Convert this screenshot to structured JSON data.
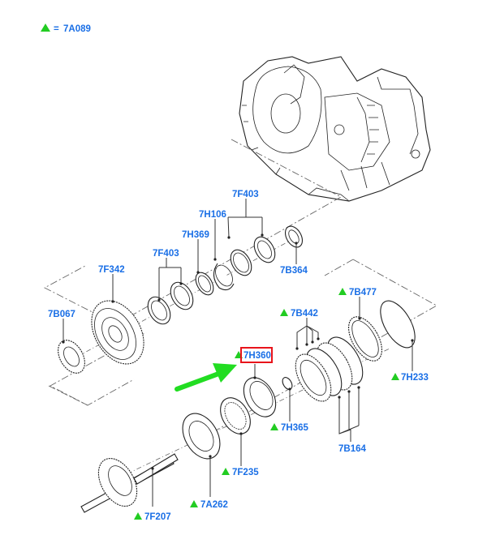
{
  "legend": {
    "marker": "green-triangle",
    "equals": "=",
    "code": "7A089"
  },
  "highlight": {
    "part": "7H360",
    "box_color": "#e8141b",
    "arrow_color": "#22dd22"
  },
  "colors": {
    "label": "#1a6fe6",
    "marker": "#22cc22",
    "lines": "#222222"
  },
  "parts": [
    {
      "id": "7F403_top",
      "code": "7F403",
      "marked": false
    },
    {
      "id": "7H106",
      "code": "7H106",
      "marked": false
    },
    {
      "id": "7H369",
      "code": "7H369",
      "marked": false
    },
    {
      "id": "7B364",
      "code": "7B364",
      "marked": false
    },
    {
      "id": "7F403_mid",
      "code": "7F403",
      "marked": false
    },
    {
      "id": "7F342",
      "code": "7F342",
      "marked": false
    },
    {
      "id": "7B067",
      "code": "7B067",
      "marked": false
    },
    {
      "id": "7B477",
      "code": "7B477",
      "marked": true
    },
    {
      "id": "7B442",
      "code": "7B442",
      "marked": true
    },
    {
      "id": "7H360",
      "code": "7H360",
      "marked": true
    },
    {
      "id": "7H365",
      "code": "7H365",
      "marked": true
    },
    {
      "id": "7H233",
      "code": "7H233",
      "marked": true
    },
    {
      "id": "7B164",
      "code": "7B164",
      "marked": false
    },
    {
      "id": "7F235",
      "code": "7F235",
      "marked": true
    },
    {
      "id": "7A262",
      "code": "7A262",
      "marked": true
    },
    {
      "id": "7F207",
      "code": "7F207",
      "marked": true
    }
  ]
}
